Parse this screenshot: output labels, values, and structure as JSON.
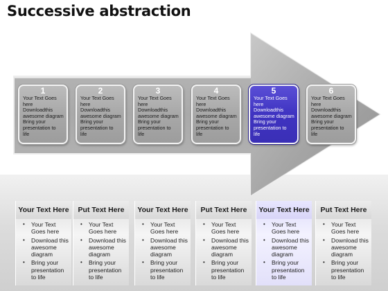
{
  "title": "Successive abstraction",
  "colors": {
    "highlight": "#4035c4",
    "box_grey": "#a8a8a8",
    "arrow": "#a3a3a3"
  },
  "steps": [
    {
      "number": "1",
      "text": "Your Text Goes\nhere\nDownloadthis\nawesome diagram\nBring your\npresentation to\nlife"
    },
    {
      "number": "2",
      "text": "Your Text Goes\nhere\nDownloadthis\nawesome diagram\nBring your\npresentation to\nlife"
    },
    {
      "number": "3",
      "text": "Your Text Goes\nhere\nDownloadthis\nawesome diagram\nBring your\npresentation to\nlife"
    },
    {
      "number": "4",
      "text": "Your Text Goes\nhere\nDownloadthis\nawesome diagram\nBring your\npresentation to\nlife"
    },
    {
      "number": "5",
      "text": "Your Text Goes\nhere\nDownloadthis\nawesome diagram\nBring your\npresentation to\nlife",
      "highlighted": true
    },
    {
      "number": "6",
      "text": "Your Text Goes\nhere\nDownloadthis\nawesome diagram\nBring your\npresentation to\nlife"
    }
  ],
  "columns": [
    {
      "heading": "Your Text Here",
      "bullets": [
        "Your Text Goes here",
        "Download this awesome diagram",
        "Bring your presentation to life"
      ]
    },
    {
      "heading": "Put Text Here",
      "bullets": [
        "Your Text Goes here",
        "Download this awesome diagram",
        "Bring your presentation to life"
      ]
    },
    {
      "heading": "Your Text Here",
      "bullets": [
        "Your Text Goes here",
        "Download this awesome diagram",
        "Bring your presentation to life"
      ]
    },
    {
      "heading": "Put Text Here",
      "bullets": [
        "Your Text Goes here",
        "Download this awesome diagram",
        "Bring your presentation to life"
      ]
    },
    {
      "heading": "Your Text Here",
      "bullets": [
        "Your Text Goes here",
        "Download this awesome diagram",
        "Bring your presentation to life"
      ],
      "highlighted": true
    },
    {
      "heading": "Put Text Here",
      "bullets": [
        "Your Text Goes here",
        "Download this awesome diagram",
        "Bring your presentation to life"
      ]
    }
  ]
}
